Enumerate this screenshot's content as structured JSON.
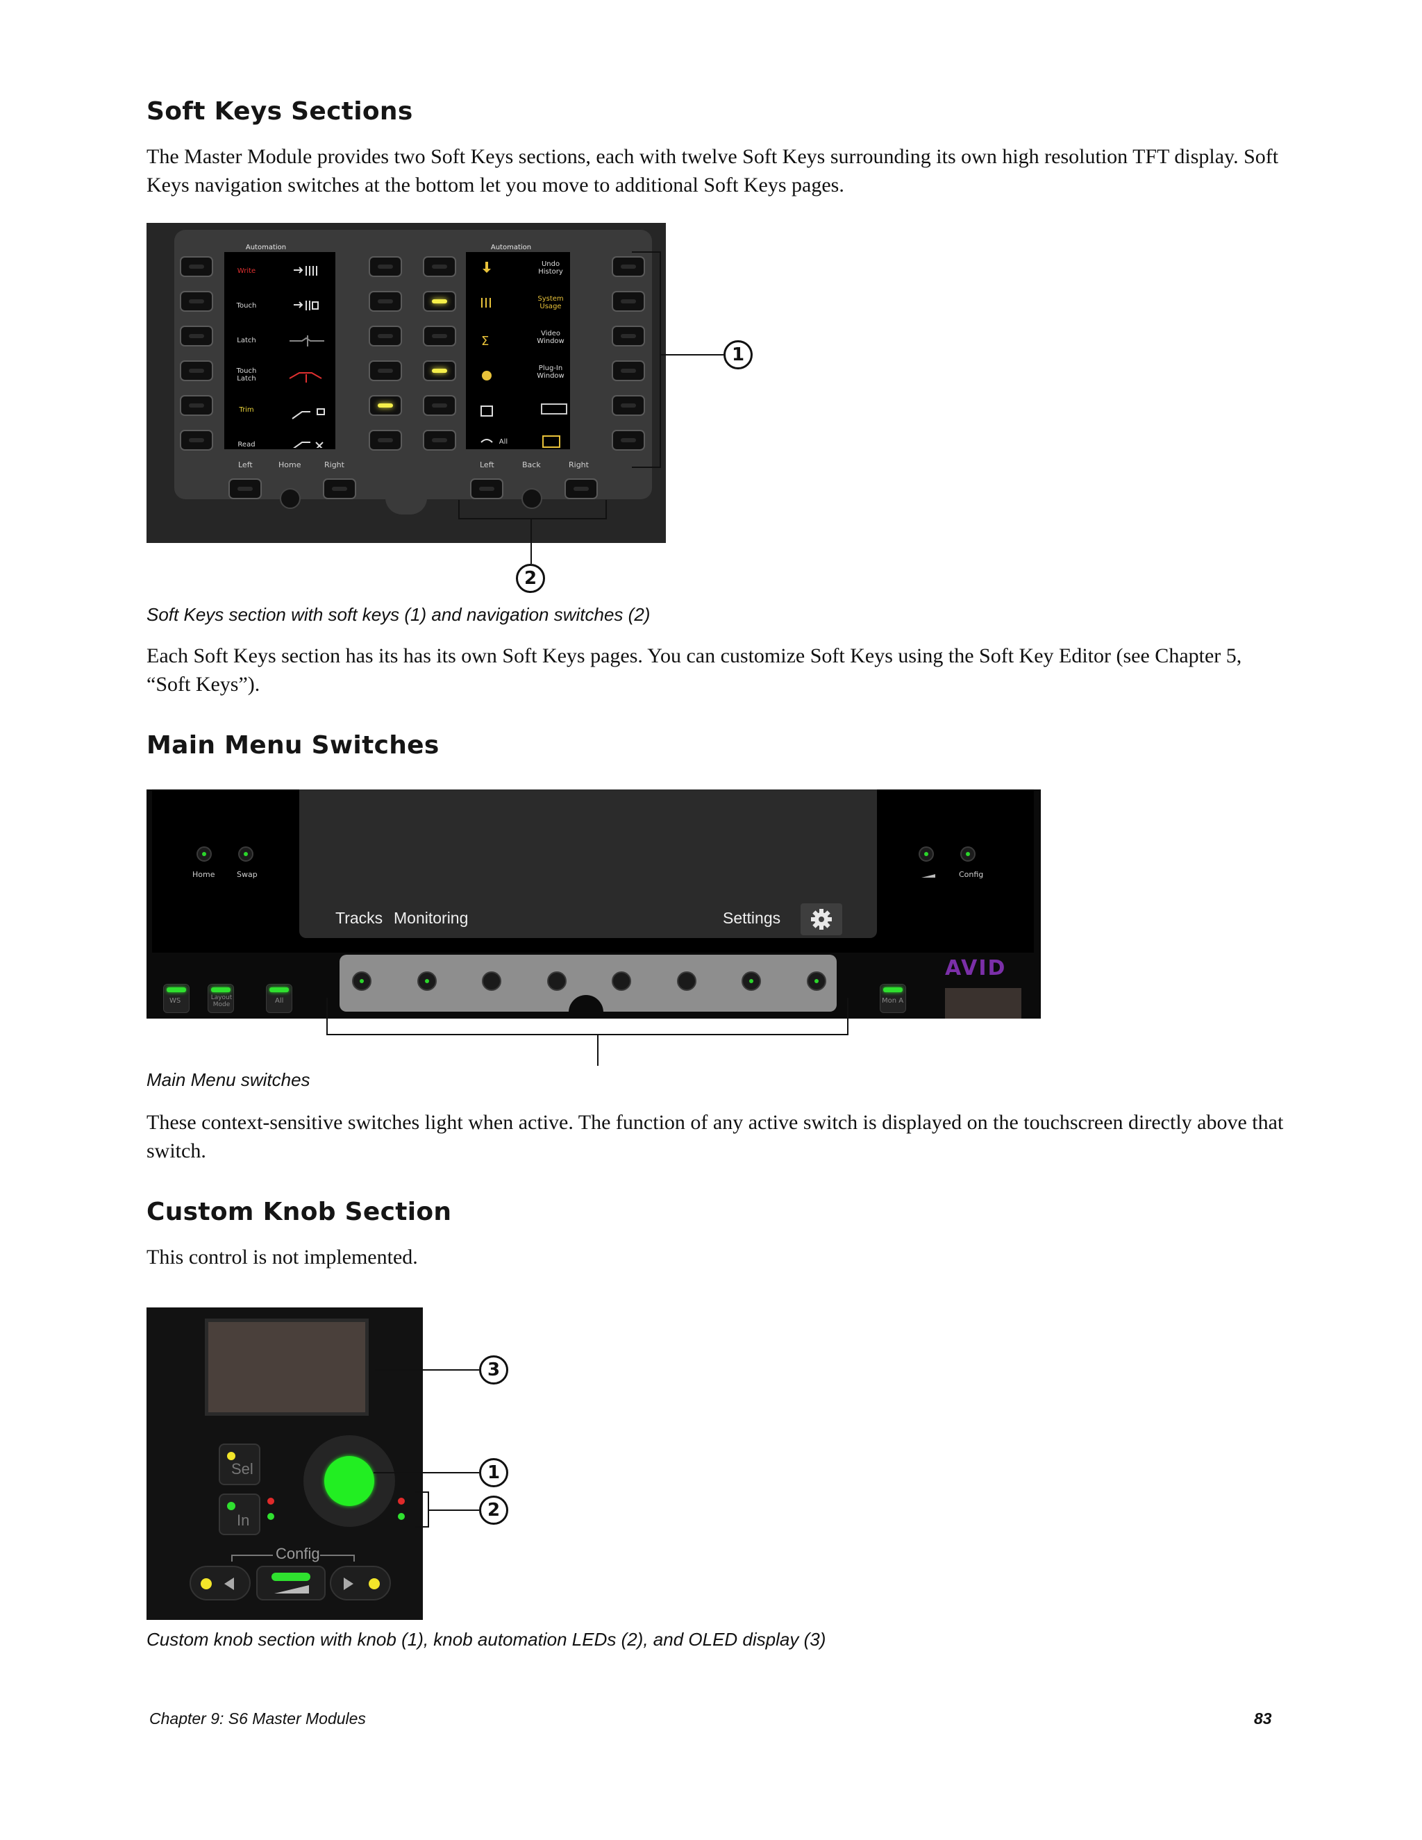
{
  "sections": {
    "soft_keys": {
      "heading": "Soft Keys Sections",
      "intro": "The Master Module provides two Soft Keys sections, each with twelve Soft Keys surrounding its own high resolution TFT display. Soft Keys navigation switches at the bottom let you move to additional Soft Keys pages.",
      "caption": "Soft Keys section with soft keys (1) and navigation switches (2)",
      "after": "Each Soft Keys section has its has its own Soft Keys pages. You can customize Soft Keys using the Soft Key Editor (see Chapter 5, “Soft Keys”).",
      "figure": {
        "left_title": "Automation",
        "right_title": "Automation",
        "left_labels": [
          "Write",
          "Touch",
          "Latch",
          "Touch Latch",
          "Trim",
          "Read"
        ],
        "right_labels": [
          "Undo History",
          "System Usage",
          "Video Window",
          "Plug-In Window"
        ],
        "right_bottom_label": "All",
        "left_nav": [
          "Left",
          "Home",
          "Right"
        ],
        "right_nav": [
          "Left",
          "Back",
          "Right"
        ],
        "callouts": [
          "1",
          "2"
        ],
        "colors": {
          "write": "#e03030",
          "trim": "#e8d23a",
          "key_lit": "#f5ef4a",
          "automation_accent": "#e8c23a"
        }
      }
    },
    "main_menu": {
      "heading": "Main Menu Switches",
      "caption": "Main Menu switches",
      "after": "These context-sensitive switches light when active. The function of any active switch is displayed on the touchscreen directly above that switch.",
      "figure": {
        "left_buttons": [
          "Home",
          "Swap"
        ],
        "right_buttons": [
          "Config"
        ],
        "tabs": [
          "Tracks",
          "Monitoring"
        ],
        "settings": "Settings",
        "bottom_left": [
          "WS",
          "Layout Mode",
          "All"
        ],
        "bottom_right": "Mon A",
        "brand": "AVID",
        "switch_led_states": [
          true,
          true,
          false,
          false,
          false,
          false,
          true,
          true
        ],
        "colors": {
          "led_green": "#2fe02f",
          "brand_purple": "#7b2fa8"
        }
      }
    },
    "custom_knob": {
      "heading": "Custom Knob Section",
      "intro": "This control is not implemented.",
      "caption": "Custom knob section with knob (1), knob automation LEDs (2), and OLED display (3)",
      "figure": {
        "sel": "Sel",
        "in": "In",
        "config": "Config",
        "callouts": [
          "3",
          "1",
          "2"
        ],
        "colors": {
          "knob": "#22ee22",
          "yellow": "#f2e52a",
          "red": "#e02a2a"
        }
      }
    }
  },
  "footer": {
    "chapter": "Chapter 9:  S6 Master Modules",
    "page": "83"
  }
}
